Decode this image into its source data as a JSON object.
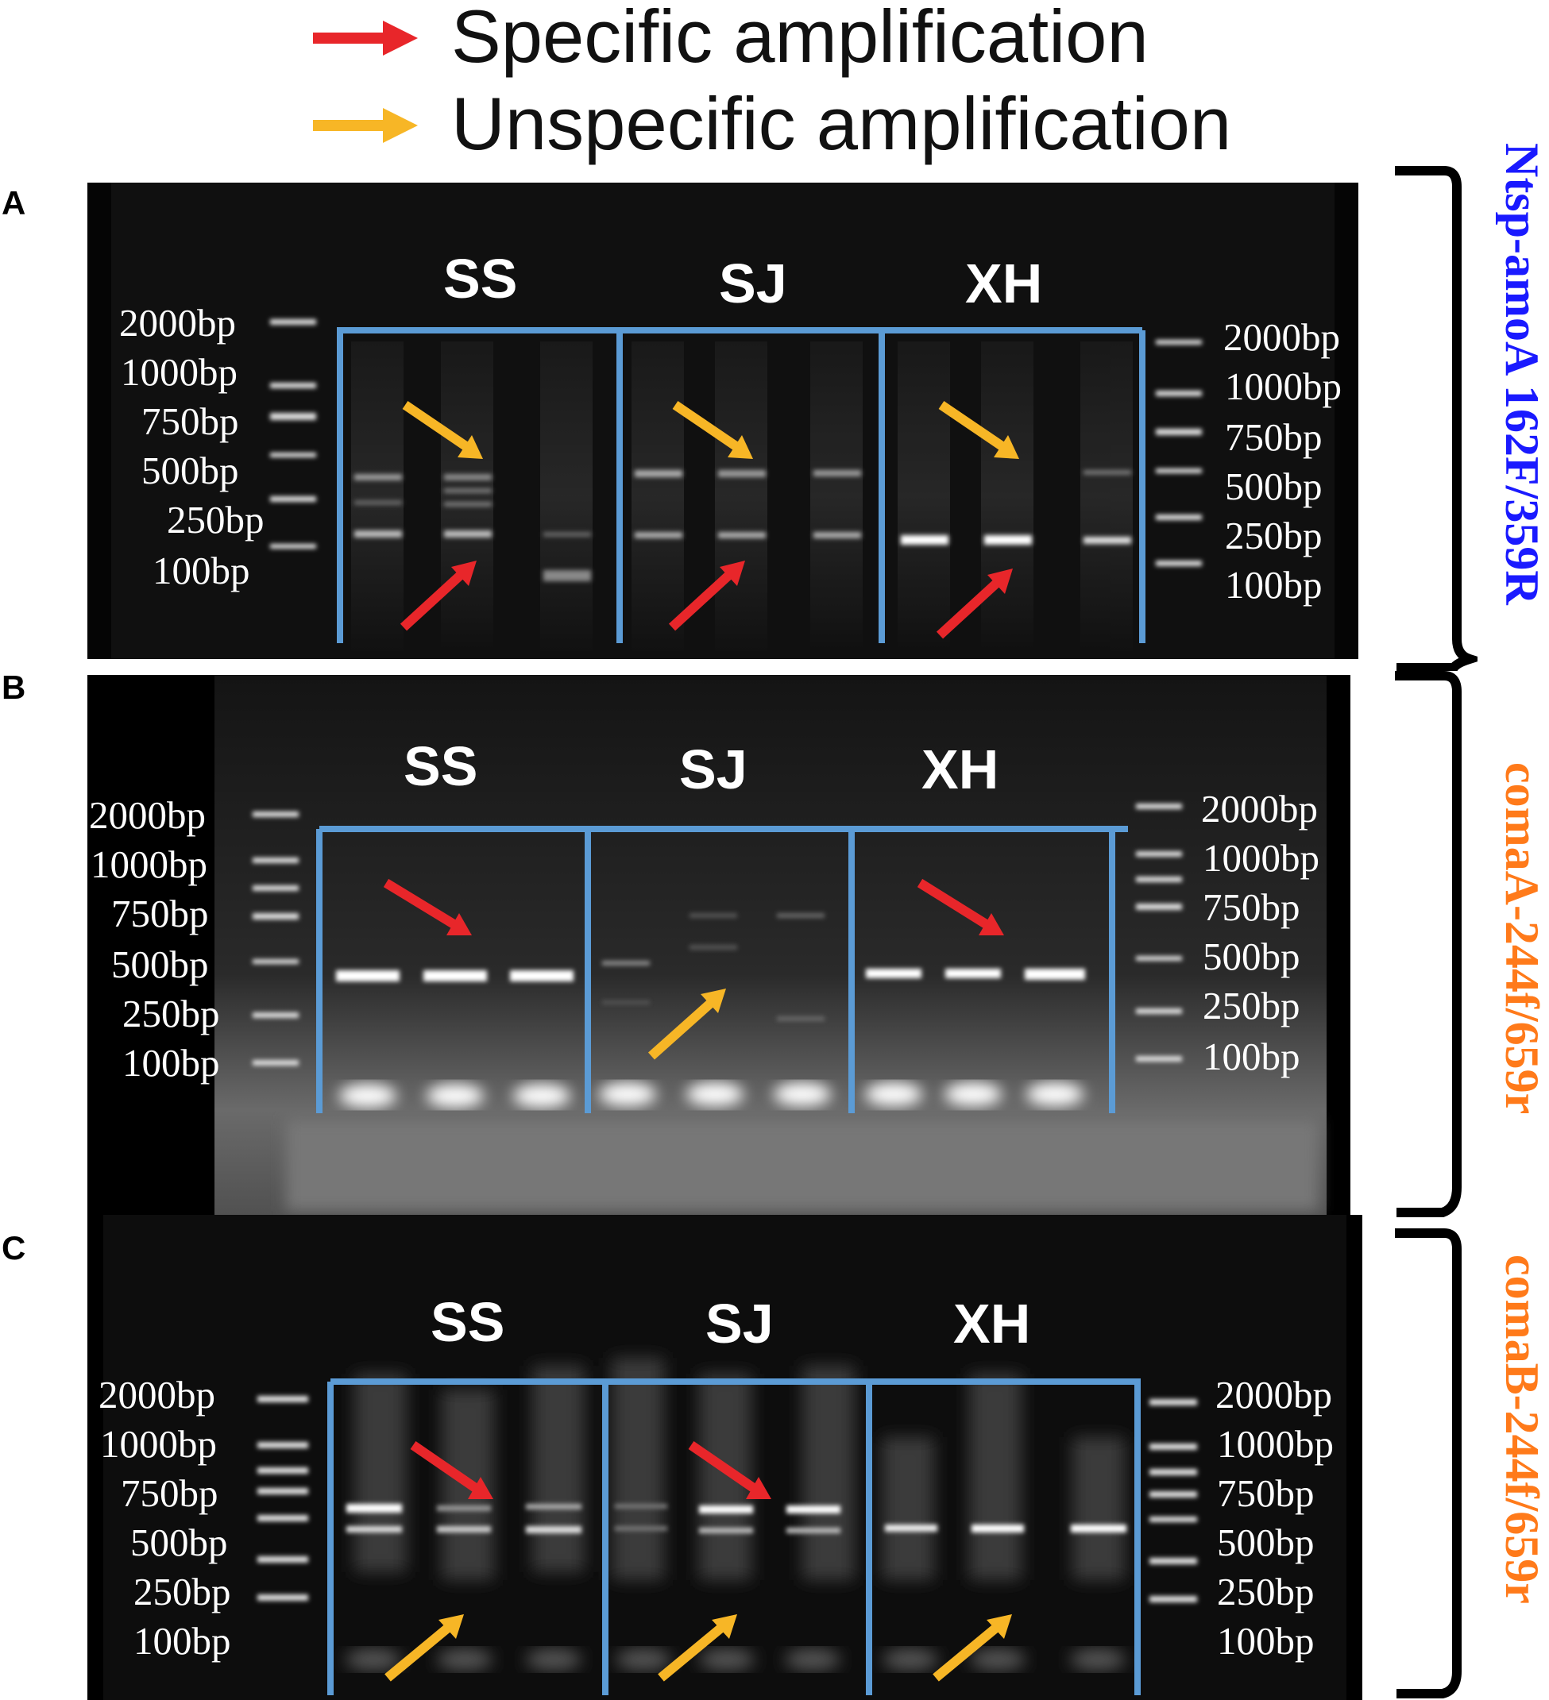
{
  "legend": [
    {
      "label": "Specific amplification",
      "color": "#e8262a"
    },
    {
      "label": "Unspecific amplification",
      "color": "#f7b626"
    }
  ],
  "panels": [
    {
      "letter": "A",
      "groups": [
        "SS",
        "SJ",
        "XH"
      ],
      "ladder_left": [
        "2000bp",
        "1000bp",
        "750bp",
        "500bp",
        "250bp",
        "100bp"
      ],
      "ladder_right": [
        "2000bp",
        "1000bp",
        "750bp",
        "500bp",
        "250bp",
        "100bp"
      ],
      "primer": "Ntsp-amoA 162F/359R",
      "primer_color": "#1a1aff"
    },
    {
      "letter": "B",
      "groups": [
        "SS",
        "SJ",
        "XH"
      ],
      "ladder_left": [
        "2000bp",
        "1000bp",
        "750bp",
        "500bp",
        "250bp",
        "100bp"
      ],
      "ladder_right": [
        "2000bp",
        "1000bp",
        "750bp",
        "500bp",
        "250bp",
        "100bp"
      ],
      "primer": "comaA-244f/659r",
      "primer_color": "#ff7a1a"
    },
    {
      "letter": "C",
      "groups": [
        "SS",
        "SJ",
        "XH"
      ],
      "ladder_left": [
        "2000bp",
        "1000bp",
        "750bp",
        "500bp",
        "250bp",
        "100bp"
      ],
      "ladder_right": [
        "2000bp",
        "1000bp",
        "750bp",
        "500bp",
        "250bp",
        "100bp"
      ],
      "primer": "comaB-244f/659r",
      "primer_color": "#ff7a1a"
    }
  ],
  "colors": {
    "frame": "#5b9bd5",
    "gel": "#000000",
    "band": "#ffffff"
  }
}
